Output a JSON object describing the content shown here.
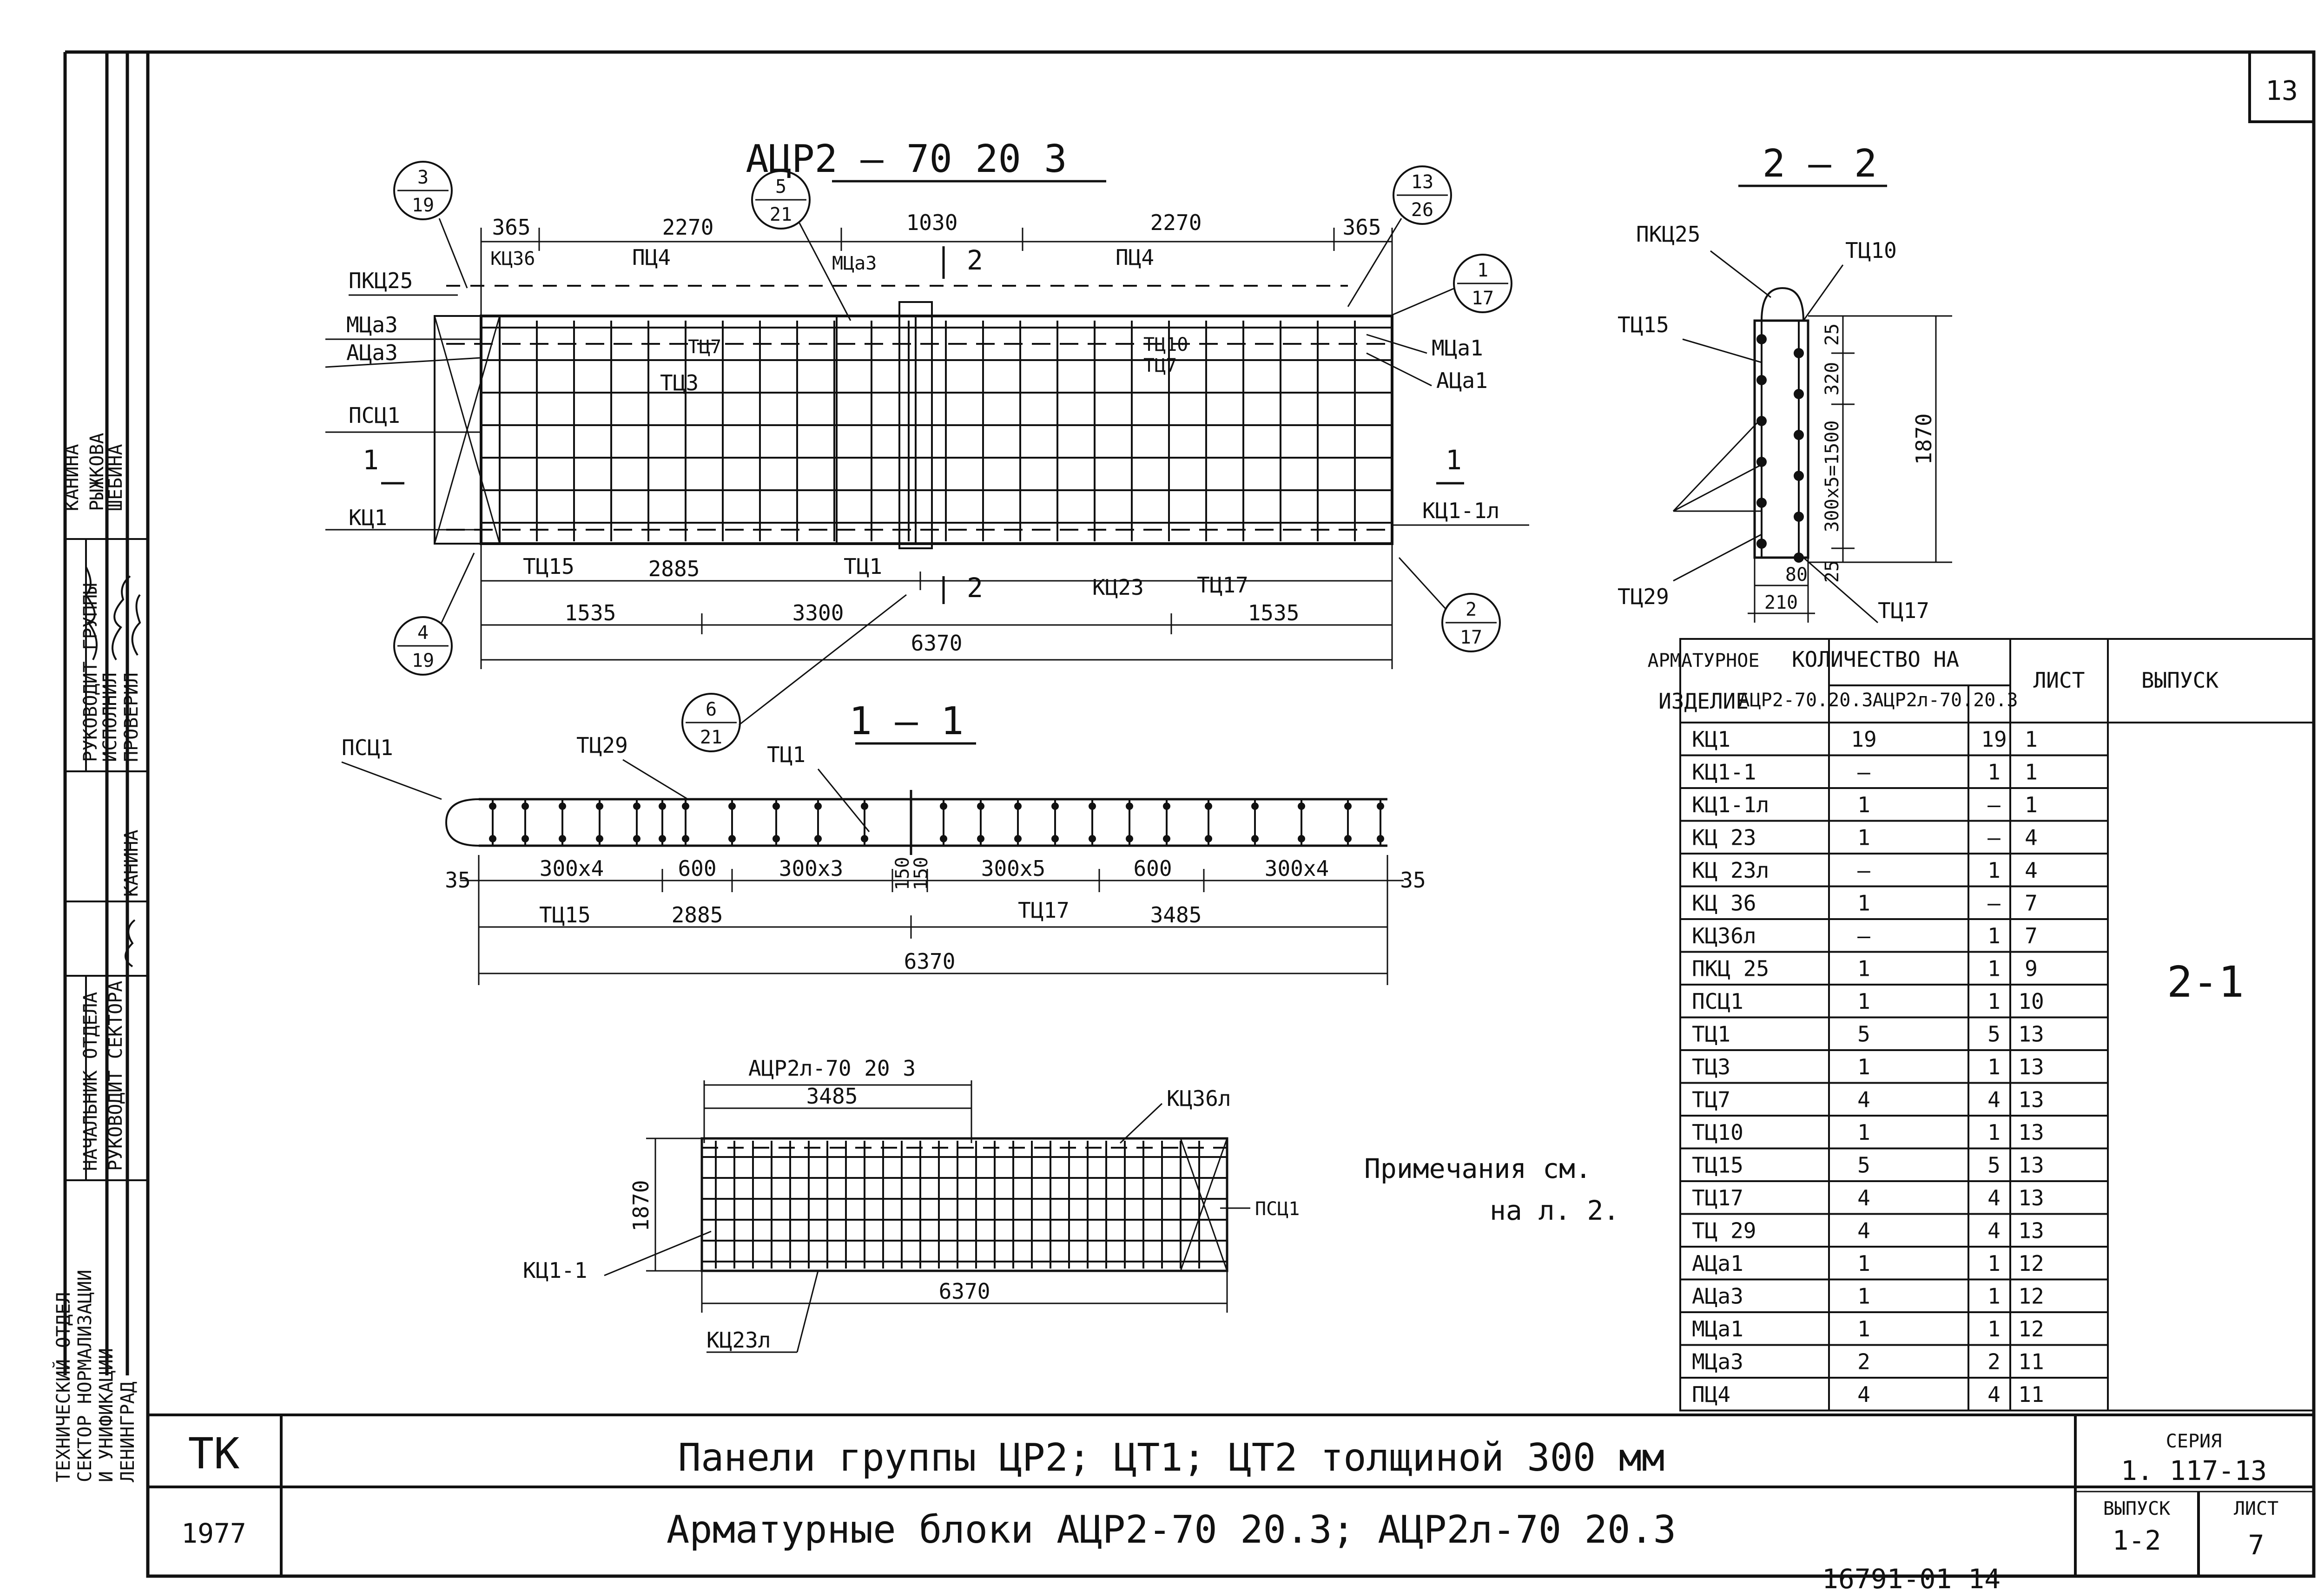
{
  "sheet_number": "13",
  "bottom_stamp": "16791-01 14",
  "notes": [
    "Примечания см.",
    "на л. 2."
  ],
  "left_stamp": {
    "org_lines": [
      "ТЕХНИЧЕСКИЙ ОТДЕЛ",
      "СЕКТОР НОРМАЛИЗАЦИИ",
      "И УНИФИКАЦИИ",
      "ЛЕНИНГРАД"
    ],
    "roles": [
      "НАЧАЛЬНИК ОТДЕЛА",
      "РУКОВОДИТ СЕКТОРА",
      "РУКОВОДИТ ГРУППЫ",
      "ИСПОЛНИЛ",
      "ПРОВЕРИЛ"
    ],
    "names": [
      "КАНИНА",
      "РЫЖКОВА",
      "ШЕБИНА"
    ],
    "side_name": "КАНИНА"
  },
  "plan": {
    "title": "АЦР2 – 70 20 3",
    "dims_top": [
      "365",
      "2270",
      "1030",
      "2270",
      "365"
    ],
    "dims_bottom_row1": [
      "2885"
    ],
    "dims_bottom_row2": [
      "1535",
      "3300",
      "1535"
    ],
    "dims_total": "6370",
    "labels_left": [
      "ПКЦ25",
      "КЦ36",
      "МЦа3",
      "АЦа3",
      "ПСЦ1",
      "КЦ1"
    ],
    "labels_top": [
      "ПЦ4",
      "МЦа3",
      "ПЦ4"
    ],
    "labels_inner": [
      "ТЦ7",
      "ТЦ3",
      "ТЦ10",
      "ТЦ7"
    ],
    "labels_right": [
      "МЦа1",
      "АЦа1",
      "КЦ1-1л"
    ],
    "labels_bottom": [
      "ТЦ15",
      "ТЦ1",
      "КЦ23",
      "ТЦ17"
    ],
    "section_marks": [
      "1",
      "1",
      "2",
      "2"
    ],
    "callouts": [
      {
        "num": "3",
        "den": "19"
      },
      {
        "num": "5",
        "den": "21"
      },
      {
        "num": "13",
        "den": "26"
      },
      {
        "num": "1",
        "den": "17"
      },
      {
        "num": "4",
        "den": "19"
      },
      {
        "num": "2",
        "den": "17"
      }
    ]
  },
  "section_1": {
    "title": "1 — 1",
    "labels": [
      "ПСЦ1",
      "ТЦ29",
      "ТЦ1",
      "ТЦ15",
      "ТЦ17"
    ],
    "callout": {
      "num": "6",
      "den": "21"
    },
    "dims": [
      "35",
      "300x4",
      "600",
      "300x3",
      "150",
      "150",
      "300x5",
      "600",
      "300x4",
      "35"
    ],
    "dims_row2": [
      "2885",
      "3485"
    ],
    "dims_total": "6370"
  },
  "section_2": {
    "title": "2 — 2",
    "labels": [
      "ПКЦ25",
      "ТЦ10",
      "ТЦ15",
      "ТЦ29",
      "ТЦ17"
    ],
    "dims": [
      "25",
      "320",
      "300x5=1500",
      "25",
      "1870",
      "80",
      "210"
    ]
  },
  "small_plan": {
    "title": "АЦР2л-70 20 3",
    "dims": [
      "3485",
      "1870",
      "6370"
    ],
    "labels": [
      "КЦ36л",
      "ПСЦ1",
      "КЦ1-1",
      "КЦ23л"
    ]
  },
  "table": {
    "headers": {
      "product": [
        "АРМАТУРНОЕ",
        "ИЗДЕЛИЕ"
      ],
      "qty": "КОЛИЧЕСТВО НА",
      "qty_cols": [
        "АЦР2-70.20.3",
        "АЦР2л-70.20.3"
      ],
      "sheet": "ЛИСТ",
      "issue": "ВЫПУСК"
    },
    "issue_value": "2-1",
    "rows": [
      [
        "КЦ1",
        "19",
        "19",
        "1"
      ],
      [
        "КЦ1-1",
        "—",
        "1",
        "1"
      ],
      [
        "КЦ1-1л",
        "1",
        "—",
        "1"
      ],
      [
        "КЦ 23",
        "1",
        "—",
        "4"
      ],
      [
        "КЦ 23л",
        "—",
        "1",
        "4"
      ],
      [
        "КЦ 36",
        "1",
        "—",
        "7"
      ],
      [
        "КЦ36л",
        "—",
        "1",
        "7"
      ],
      [
        "ПКЦ 25",
        "1",
        "1",
        "9"
      ],
      [
        "ПСЦ1",
        "1",
        "1",
        "10"
      ],
      [
        "ТЦ1",
        "5",
        "5",
        "13"
      ],
      [
        "ТЦ3",
        "1",
        "1",
        "13"
      ],
      [
        "ТЦ7",
        "4",
        "4",
        "13"
      ],
      [
        "ТЦ10",
        "1",
        "1",
        "13"
      ],
      [
        "ТЦ15",
        "5",
        "5",
        "13"
      ],
      [
        "ТЦ17",
        "4",
        "4",
        "13"
      ],
      [
        "ТЦ 29",
        "4",
        "4",
        "13"
      ],
      [
        "АЦа1",
        "1",
        "1",
        "12"
      ],
      [
        "АЦа3",
        "1",
        "1",
        "12"
      ],
      [
        "МЦа1",
        "1",
        "1",
        "12"
      ],
      [
        "МЦа3",
        "2",
        "2",
        "11"
      ],
      [
        "ПЦ4",
        "4",
        "4",
        "11"
      ]
    ]
  },
  "title_block": {
    "code": "ТК",
    "year": "1977",
    "title_line1": "Панели группы ЦР2; ЦТ1; ЦТ2 толщиной 300 мм",
    "title_line2": "Арматурные блоки АЦР2-70 20.3; АЦР2л-70 20.3",
    "series_label": "СЕРИЯ",
    "series_value": "1. 117-13",
    "issue_label": "ВЫПУСК",
    "issue_value": "1-2",
    "sheet_label": "ЛИСТ",
    "sheet_value": "7"
  }
}
